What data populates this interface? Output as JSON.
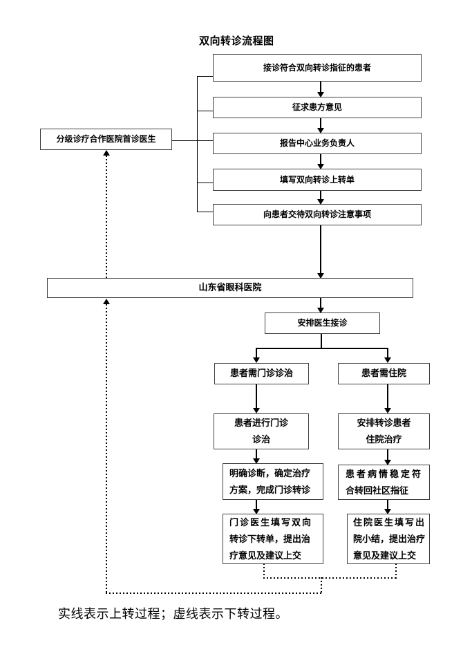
{
  "page": {
    "title": "双向转诊流程图",
    "legend": "实线表示上转过程；虚线表示下转过程。"
  },
  "colors": {
    "line": "#000000",
    "box_border": "#3f3f3f",
    "background": "#ffffff",
    "text": "#000000"
  },
  "flow": {
    "referrer_box": "分级诊疗合作医院首诊医生",
    "top_steps": [
      "接诊符合双向转诊指征的患者",
      "征求患方意见",
      "报告中心业务负责人",
      "填写双向转诊上转单",
      "向患者交待双向转诊注意事项"
    ],
    "hospital_box": "山东省眼科医院",
    "arrange_box": "安排医生接诊",
    "outpatient": {
      "need": "患者需门诊诊治",
      "treat": [
        "患者进行门诊",
        "诊治"
      ],
      "diagnose": [
        "明确诊断，确定治疗",
        "方案，完成门诊转诊"
      ],
      "downrefer": [
        "门诊医生填写双向",
        "转诊下转单，提出治",
        "疗意见及建议上交"
      ]
    },
    "inpatient": {
      "need": "患者需住院",
      "treat": [
        "安排转诊患者",
        "住院治疗"
      ],
      "stable": [
        "患者病情稳定符",
        "合转回社区指征"
      ],
      "discharge": [
        "住院医生填写出",
        "院小结，提出治疗",
        "意见及建议上交"
      ]
    }
  }
}
